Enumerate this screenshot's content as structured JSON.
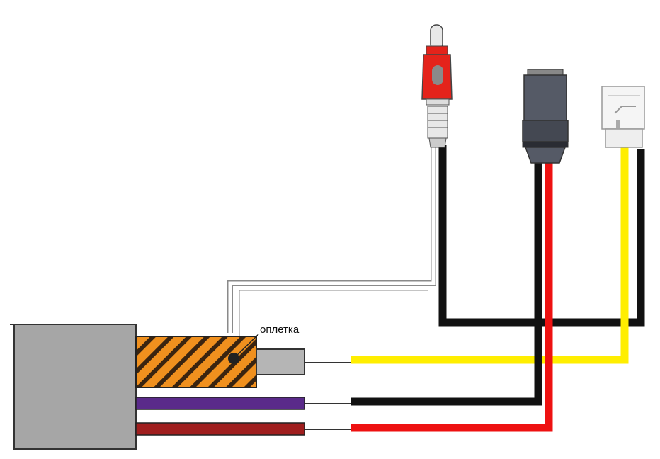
{
  "diagram": {
    "labels": {
      "shield": "оплетка"
    },
    "colors": {
      "background": "#ffffff",
      "block": "#a6a6a6",
      "braid_base": "#f0901e",
      "braid_stripe": "#3a2410",
      "video_core": "#b5b5b5",
      "purple_wire": "#5a2a8a",
      "darkred_wire": "#a01e1e",
      "yellow_wire": "#ffee00",
      "black_wire": "#111111",
      "red_wire": "#ee1111",
      "rca_tip": "#e8e8e8",
      "rca_red": "#e4231b",
      "dc_jack": "#555a66",
      "connector_white": "#f0f0f0"
    },
    "connectors": [
      {
        "name": "rca-plug",
        "color": "red"
      },
      {
        "name": "dc-power-jack",
        "color": "gray"
      },
      {
        "name": "bare-terminal",
        "color": "white"
      }
    ]
  }
}
